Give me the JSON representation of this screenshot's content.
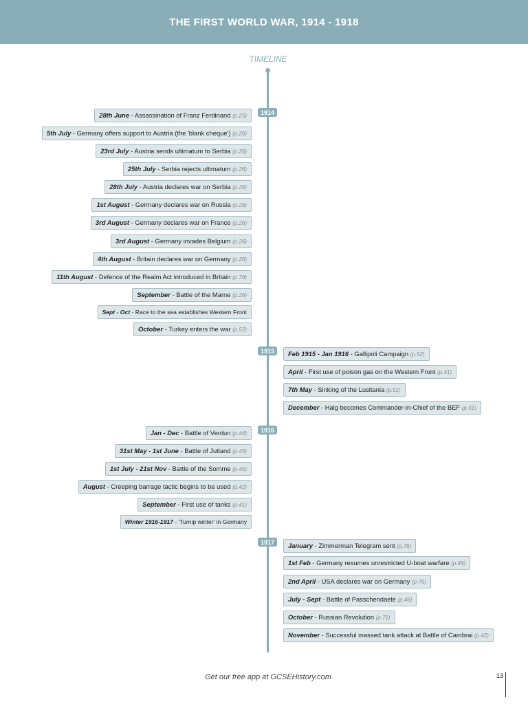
{
  "title": "THE FIRST WORLD WAR, 1914 - 1918",
  "timeline_label": "TIMELINE",
  "years": {
    "y1914": "1914",
    "y1915": "1915",
    "y1916": "1916",
    "y1917": "1917"
  },
  "events": {
    "e1": {
      "date": "28th June",
      "text": "Assassination of Franz Ferdinand",
      "page": "(p.25)"
    },
    "e2": {
      "date": "5th July",
      "text": "Germany offers support to Austria (the 'blank cheque')",
      "page": "(p.26)"
    },
    "e3": {
      "date": "23rd July",
      "text": "Austria sends ultimatum to Serbia",
      "page": "(p.26)"
    },
    "e4": {
      "date": "25th July",
      "text": "Serbia rejects ultimatum",
      "page": "(p.26)"
    },
    "e5": {
      "date": "28th July",
      "text": "Austria declares war on Serbia",
      "page": "(p.26)"
    },
    "e6": {
      "date": "1st August",
      "text": "Germany declares war on Russia",
      "page": "(p.26)"
    },
    "e7": {
      "date": "3rd August",
      "text": "Germany declares war on France",
      "page": "(p.26)"
    },
    "e8": {
      "date": "3rd August",
      "text": "Germany invades Belgium",
      "page": "(p.26)"
    },
    "e9": {
      "date": "4th August",
      "text": "Britain declares war on Germany",
      "page": "(p.26)"
    },
    "e10": {
      "date": "11th August",
      "text": "Defence of the Realm Act introduced in Britain",
      "page": "(p.78)"
    },
    "e11": {
      "date": "September",
      "text": "Battle of the Marne",
      "page": "(p.26)"
    },
    "e12": {
      "date": "Sept - Oct",
      "text": "Race to the sea establishes Western Front",
      "page": ""
    },
    "e13": {
      "date": "October",
      "text": "Turkey enters the war",
      "page": "(p.52)"
    },
    "e14": {
      "date": "Feb 1915 - Jan 1916",
      "text": "Gallipoli Campaign",
      "page": "(p.52)"
    },
    "e15": {
      "date": "April",
      "text": "First use of poison gas on the Western Front",
      "page": "(p.41)"
    },
    "e16": {
      "date": "7th May",
      "text": "Sinking of the Lusitania",
      "page": "(p.51)"
    },
    "e17": {
      "date": "December",
      "text": "Haig becomes Commander-in-Chief of the BEF",
      "page": "(p.91)"
    },
    "e18": {
      "date": "Jan - Dec",
      "text": "Battle of Verdun",
      "page": "(p.44)"
    },
    "e19": {
      "date": "31st May - 1st June",
      "text": "Battle of Jutland",
      "page": "(p.49)"
    },
    "e20": {
      "date": "1st July - 21st Nov",
      "text": "Battle of the Somme",
      "page": "(p.45)"
    },
    "e21": {
      "date": "August",
      "text": "Creeping barrage tactic begins to be used",
      "page": "(p.42)"
    },
    "e22": {
      "date": "September",
      "text": "First use of tanks",
      "page": "(p.41)"
    },
    "e23": {
      "date": "Winter 1916-1917",
      "text": "'Turnip winter' in Germany",
      "page": ""
    },
    "e24": {
      "date": "January",
      "text": "Zimmerman Telegram sent",
      "page": "(p.76)"
    },
    "e25": {
      "date": "1st Feb",
      "text": "Germany resumes unrestricted U-boat warfare",
      "page": "(p.49)"
    },
    "e26": {
      "date": "2nd April",
      "text": "USA declares war on Germany",
      "page": "(p.76)"
    },
    "e27": {
      "date": "July - Sept",
      "text": "Battle of Passchendaele",
      "page": "(p.46)"
    },
    "e28": {
      "date": "October",
      "text": "Russian Revolution",
      "page": "(p.71)"
    },
    "e29": {
      "date": "November",
      "text": "Successful massed tank attack at Battle of Cambrai",
      "page": "(p.42)"
    }
  },
  "footer": "Get our free app at GCSEHistory.com",
  "page_number": "13",
  "colors": {
    "accent": "#8aaeb8",
    "box_fill": "#dde7ea",
    "box_border": "#a6bcc3"
  }
}
